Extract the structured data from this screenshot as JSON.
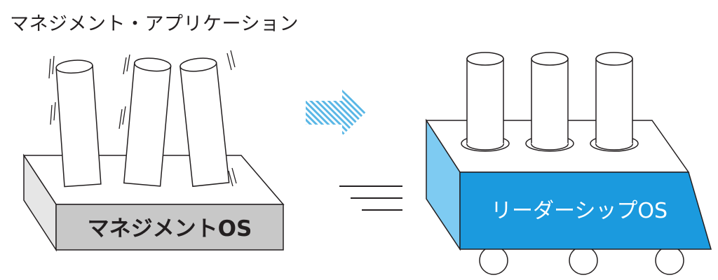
{
  "title": "マネジメント・アプリケーション",
  "left_block": {
    "label": "マネジメントOS"
  },
  "right_block": {
    "label": "リーダーシップOS"
  },
  "colors": {
    "ink": "#231f20",
    "block_front_gray": "#c8c8c8",
    "block_side_gray": "#e6e6e6",
    "blue_front": "#1b9ade",
    "blue_side": "#7ecbf2",
    "arrow_blue": "#5ab7e6"
  },
  "icons": {
    "arrow": "hatched-right-arrow-icon",
    "motion": "speed-lines-icon",
    "shake": "vibration-lines-icon",
    "wheel": "wheel-icon"
  }
}
